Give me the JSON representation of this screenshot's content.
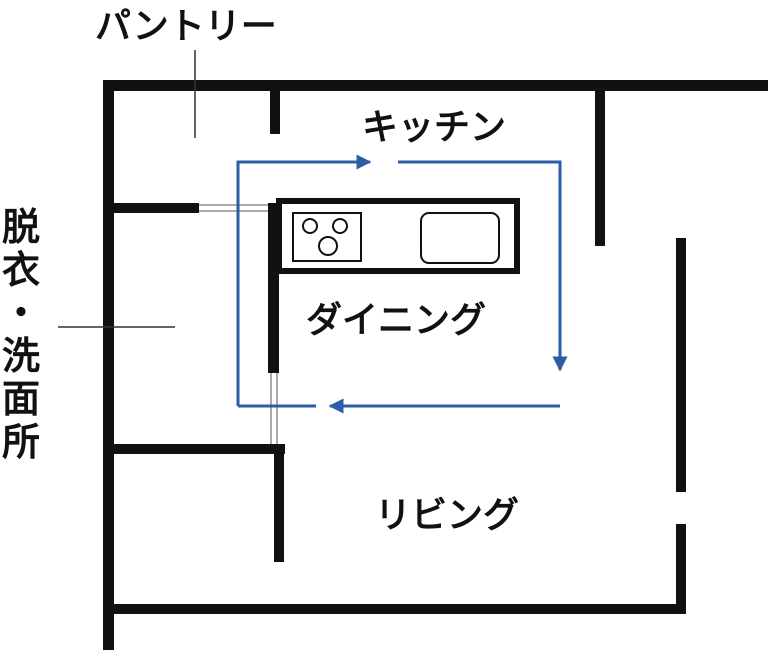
{
  "rooms": {
    "pantry": "パントリー",
    "kitchen": "キッチン",
    "dining": "ダイニング",
    "living": "リビング",
    "washroom_chars": [
      "脱",
      "衣",
      "・",
      "洗",
      "面",
      "所"
    ]
  },
  "colors": {
    "wall": "#111111",
    "flow_arrow": "#2b5ea8",
    "leader_line": "#333333",
    "background": "#ffffff"
  },
  "icons": [
    "stove-icon",
    "sink-icon"
  ]
}
